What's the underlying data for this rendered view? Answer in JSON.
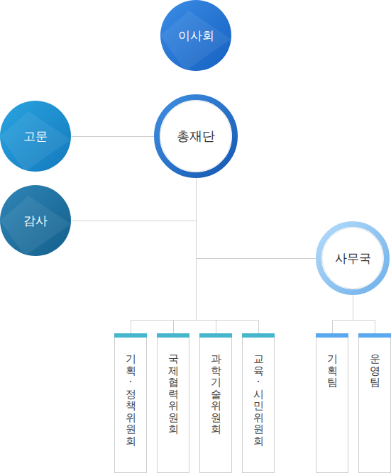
{
  "diagram": {
    "nodes": [
      {
        "text": [
          "이사회"
        ]
      },
      {
        "text": [
          "고문"
        ]
      },
      {
        "text": [
          "총재단"
        ]
      },
      {
        "text": [
          "감사"
        ]
      },
      {
        "text": [
          "사무국"
        ]
      },
      {
        "text": [
          "기획·정책위원회"
        ]
      },
      {
        "text": [
          "국제협력위원회"
        ]
      },
      {
        "text": [
          "과학기술위원회"
        ]
      },
      {
        "text": [
          "교육·시민위원회"
        ]
      },
      {
        "text": [
          "기획팀"
        ]
      },
      {
        "text": [
          "운영팀"
        ]
      }
    ],
    "edges": [
      {
        "from": 1,
        "to": 2,
        "arrow": "none"
      },
      {
        "from": 2,
        "to": 3,
        "arrow": "none"
      },
      {
        "from": 2,
        "to": 4,
        "arrow": "none"
      },
      {
        "from": 2,
        "to": 5,
        "arrow": "none"
      },
      {
        "from": 2,
        "to": 6,
        "arrow": "none"
      },
      {
        "from": 2,
        "to": 7,
        "arrow": "none"
      },
      {
        "from": 2,
        "to": 8,
        "arrow": "none"
      },
      {
        "from": 4,
        "to": 9,
        "arrow": "none"
      },
      {
        "from": 4,
        "to": 10,
        "arrow": "none"
      }
    ]
  }
}
